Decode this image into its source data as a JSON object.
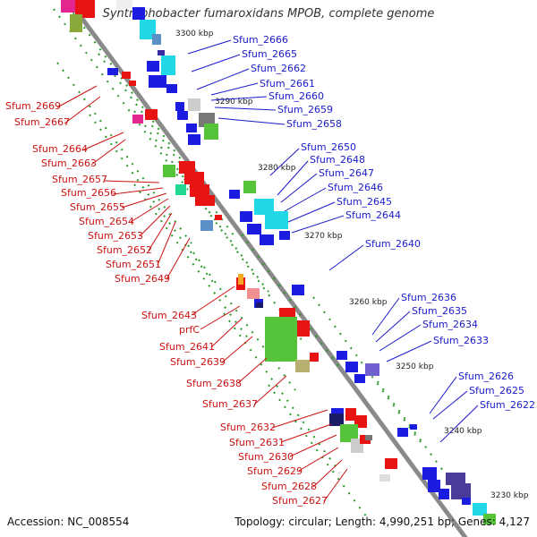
{
  "title": "Syntrophobacter fumaroxidans MPOB, complete genome",
  "footer": {
    "accession": "Accession: NC_008554",
    "info": "Topology: circular; Length: 4,990,251 bp; Genes: 4,127"
  },
  "colors": {
    "backbone": "#8a8a8a",
    "forward_label": "#1a1acc",
    "reverse_label": "#cc1111",
    "tick": "#2a9a2a"
  },
  "ticks": [
    "3300 kbp",
    "3290 kbp",
    "3280 kbp",
    "3270 kbp",
    "3260 kbp",
    "3250 kbp",
    "3240 kbp",
    "3230 kbp"
  ],
  "forward_genes": [
    "Sfum_2666",
    "Sfum_2665",
    "Sfum_2662",
    "Sfum_2661",
    "Sfum_2660",
    "Sfum_2659",
    "Sfum_2658",
    "Sfum_2650",
    "Sfum_2648",
    "Sfum_2647",
    "Sfum_2646",
    "Sfum_2645",
    "Sfum_2644",
    "Sfum_2640",
    "Sfum_2636",
    "Sfum_2635",
    "Sfum_2634",
    "Sfum_2633",
    "Sfum_2626",
    "Sfum_2625",
    "Sfum_2622"
  ],
  "reverse_genes": [
    "Sfum_2669",
    "Sfum_2667",
    "Sfum_2664",
    "Sfum_2663",
    "Sfum_2657",
    "Sfum_2656",
    "Sfum_2655",
    "Sfum_2654",
    "Sfum_2653",
    "Sfum_2652",
    "Sfum_2651",
    "Sfum_2649",
    "Sfum_2643",
    "prfC",
    "Sfum_2641",
    "Sfum_2639",
    "Sfum_2638",
    "Sfum_2637",
    "Sfum_2632",
    "Sfum_2631",
    "Sfum_2630",
    "Sfum_2629",
    "Sfum_2628",
    "Sfum_2627"
  ]
}
